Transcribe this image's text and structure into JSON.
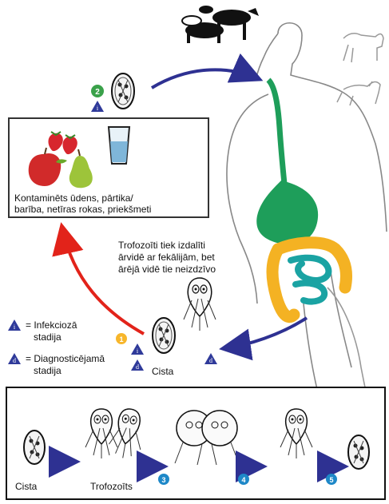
{
  "food_box": {
    "caption_line1": "Kontaminēts ūdens, pārtika/",
    "caption_line2": "barība, netīras rokas, priekšmeti"
  },
  "trophozoite_note": {
    "line1": "Trofozoīti tiek izdalīti",
    "line2": "ārvidē ar fekālijām, bet",
    "line3": "ārējā vidē tie neizdzīvo"
  },
  "legend": {
    "infective_label_1": "= Infekciozā",
    "infective_label_2": "stadija",
    "diagnostic_label_1": "= Diagnosticējamā",
    "diagnostic_label_2": "stadija",
    "infective_glyph": "i",
    "diagnostic_glyph": "d"
  },
  "cyst_label_mid": "Cista",
  "cycle_box": {
    "cyst_label": "Cista",
    "trophozoite_label": "Trofozoīts"
  },
  "step_numbers": [
    "1",
    "2",
    "3",
    "4",
    "5"
  ],
  "colors": {
    "arrow_blue": "#2e3192",
    "arrow_red": "#e2231a",
    "step_green": "#3aa14a",
    "step_blue": "#1e88c8",
    "step_yellow": "#f7b62b",
    "gut_green": "#1e9e5a",
    "colon_yellow": "#f4b223",
    "small_int_teal": "#1aa3a3",
    "triangle_blue": "#2f3a9a"
  },
  "icons": [
    "livestock-icon",
    "dog-icon",
    "cat-icon",
    "strawberry-icon",
    "apple-icon",
    "pear-icon",
    "water-glass-icon",
    "cyst-icon",
    "trophozoite-icon"
  ]
}
